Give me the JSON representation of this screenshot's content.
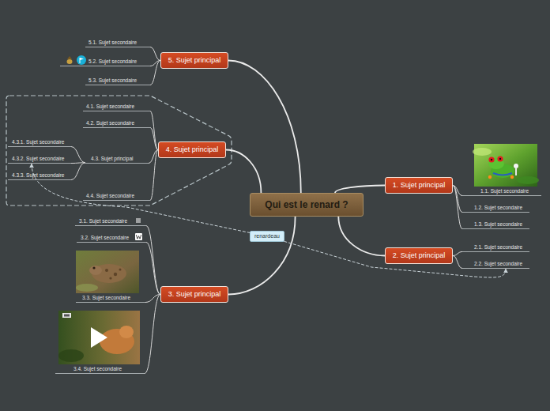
{
  "diagram": {
    "nodes": [
      {
        "text": [
          "Qui est le renard ?"
        ]
      },
      {
        "text": [
          "1. Sujet principal"
        ]
      },
      {
        "text": [
          "1.1. Sujet secondaire"
        ]
      },
      {
        "text": [
          "1.2. Sujet secondaire"
        ]
      },
      {
        "text": [
          "1.3. Sujet secondaire"
        ]
      },
      {
        "text": [
          "2. Sujet principal"
        ]
      },
      {
        "text": [
          "2.1. Sujet secondaire"
        ]
      },
      {
        "text": [
          "2.2. Sujet secondaire"
        ]
      },
      {
        "text": [
          "3. Sujet principal"
        ]
      },
      {
        "text": [
          "3.1. Sujet secondaire"
        ]
      },
      {
        "text": [
          "3.2. Sujet secondaire"
        ]
      },
      {
        "text": [
          "3.3. Sujet secondaire"
        ]
      },
      {
        "text": [
          "3.4. Sujet secondaire"
        ]
      },
      {
        "text": [
          "4. Sujet principal"
        ]
      },
      {
        "text": [
          "4.1. Sujet secondaire"
        ]
      },
      {
        "text": [
          "4.2. Sujet secondaire"
        ]
      },
      {
        "text": [
          "4.3. Sujet principal"
        ]
      },
      {
        "text": [
          "4.3.1. Sujet secondaire"
        ]
      },
      {
        "text": [
          "4.3.2. Sujet secondaire"
        ]
      },
      {
        "text": [
          "4.3.3. Sujet secondaire"
        ]
      },
      {
        "text": [
          "4.4. Sujet secondaire"
        ]
      },
      {
        "text": [
          "5. Sujet principal"
        ]
      },
      {
        "text": [
          "5.1. Sujet secondaire"
        ]
      },
      {
        "text": [
          "5.2. Sujet secondaire"
        ]
      },
      {
        "text": [
          "5.3. Sujet secondaire"
        ]
      }
    ],
    "edges": [
      {
        "from": 0,
        "to": 1,
        "arrow": "none"
      },
      {
        "from": 1,
        "to": 2,
        "arrow": "none"
      },
      {
        "from": 1,
        "to": 3,
        "arrow": "none"
      },
      {
        "from": 1,
        "to": 4,
        "arrow": "none"
      },
      {
        "from": 0,
        "to": 5,
        "arrow": "none"
      },
      {
        "from": 5,
        "to": 6,
        "arrow": "none"
      },
      {
        "from": 5,
        "to": 7,
        "arrow": "none"
      },
      {
        "from": 0,
        "to": 8,
        "arrow": "none"
      },
      {
        "from": 8,
        "to": 9,
        "arrow": "none"
      },
      {
        "from": 8,
        "to": 10,
        "arrow": "none"
      },
      {
        "from": 8,
        "to": 11,
        "arrow": "none"
      },
      {
        "from": 8,
        "to": 12,
        "arrow": "none"
      },
      {
        "from": 0,
        "to": 13,
        "arrow": "none"
      },
      {
        "from": 13,
        "to": 14,
        "arrow": "none"
      },
      {
        "from": 13,
        "to": 15,
        "arrow": "none"
      },
      {
        "from": 13,
        "to": 16,
        "arrow": "none"
      },
      {
        "from": 16,
        "to": 17,
        "arrow": "none"
      },
      {
        "from": 16,
        "to": 18,
        "arrow": "none"
      },
      {
        "from": 16,
        "to": 19,
        "arrow": "none"
      },
      {
        "from": 13,
        "to": 20,
        "arrow": "none"
      },
      {
        "from": 0,
        "to": 21,
        "arrow": "none"
      },
      {
        "from": 21,
        "to": 22,
        "arrow": "none"
      },
      {
        "from": 21,
        "to": 23,
        "arrow": "none"
      },
      {
        "from": 21,
        "to": 24,
        "arrow": "none"
      },
      {
        "from": 18,
        "to": 7,
        "label": "renardeau",
        "arrow": "both"
      }
    ]
  }
}
